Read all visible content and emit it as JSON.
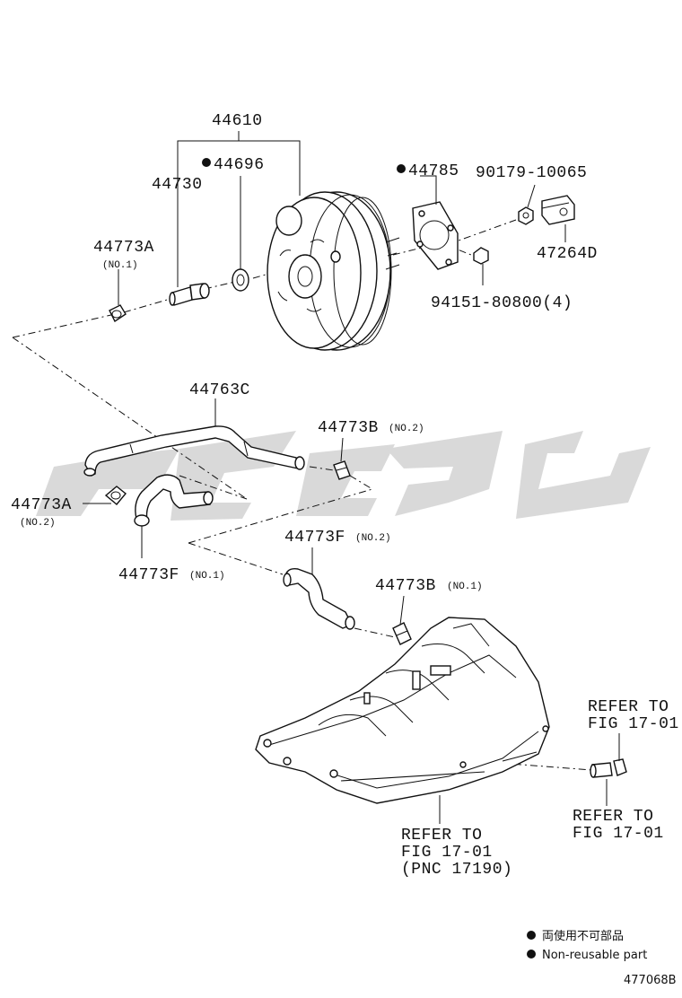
{
  "labels": {
    "p44610": "44610",
    "p44730": "44730",
    "p44696": "44696",
    "p44785": "44785",
    "p90179": "90179-10065",
    "p47264d": "47264D",
    "p94151": "94151-80800(4)",
    "p44773a_1": "44773A",
    "p44773a_1_sub": "(NO.1)",
    "p44763c": "44763C",
    "p44773b_2": "44773B",
    "p44773b_2_sub": "(NO.2)",
    "p44773a_2": "44773A",
    "p44773a_2_sub": "(NO.2)",
    "p44773f_2": "44773F",
    "p44773f_2_sub": "(NO.2)",
    "p44773f_1": "44773F",
    "p44773f_1_sub": "(NO.1)",
    "p44773b_1": "44773B",
    "p44773b_1_sub": "(NO.1)",
    "refer_right_top_1": "REFER TO",
    "refer_right_top_2": "FIG 17-01",
    "refer_right_bot_1": "REFER TO",
    "refer_right_bot_2": "FIG 17-01",
    "refer_bottom_1": "REFER TO",
    "refer_bottom_2": "FIG 17-01",
    "refer_bottom_3": "(PNC 17190)"
  },
  "legend": {
    "line1": "両使用不可部品",
    "line2": "Non-reusable part"
  },
  "figure_id": "477068B",
  "colors": {
    "ink": "#111111",
    "watermark": "#d9d9d9"
  }
}
